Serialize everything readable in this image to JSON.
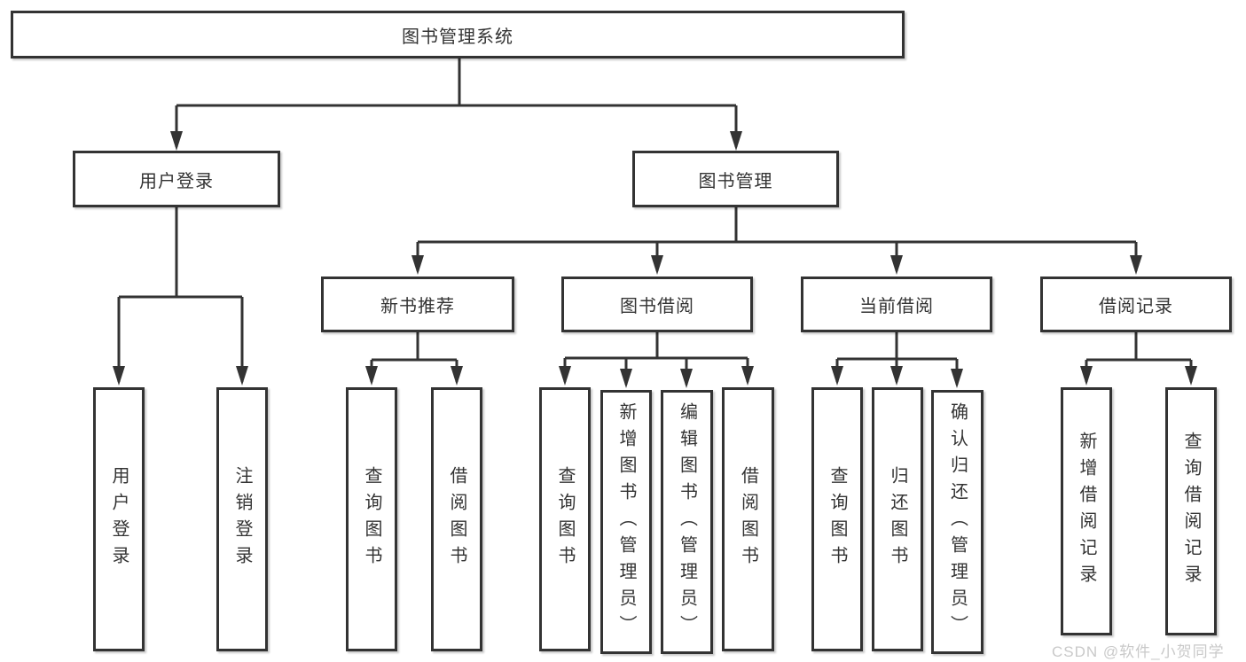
{
  "diagram": {
    "root": {
      "label": "图书管理系统"
    },
    "branches": [
      {
        "label": "用户登录",
        "leaves": [
          {
            "label": "用户登录"
          },
          {
            "label": "注销登录"
          }
        ]
      },
      {
        "label": "图书管理",
        "children": [
          {
            "label": "新书推荐",
            "leaves": [
              {
                "label": "查询图书"
              },
              {
                "label": "借阅图书"
              }
            ]
          },
          {
            "label": "图书借阅",
            "leaves": [
              {
                "label": "查询图书"
              },
              {
                "label": "新增图书（管理员）"
              },
              {
                "label": "编辑图书（管理员）"
              },
              {
                "label": "借阅图书"
              }
            ]
          },
          {
            "label": "当前借阅",
            "leaves": [
              {
                "label": "查询图书"
              },
              {
                "label": "归还图书"
              },
              {
                "label": "确认归还（管理员）"
              }
            ]
          },
          {
            "label": "借阅记录",
            "leaves": [
              {
                "label": "新增借阅记录"
              },
              {
                "label": "查询借阅记录"
              }
            ]
          }
        ]
      }
    ]
  },
  "watermark": {
    "text": "CSDN @软件_小贺同学"
  },
  "colors": {
    "line": "#333333",
    "box_border": "#333333",
    "text": "#333333",
    "background": "#ffffff",
    "watermark": "#c9c9c9"
  }
}
